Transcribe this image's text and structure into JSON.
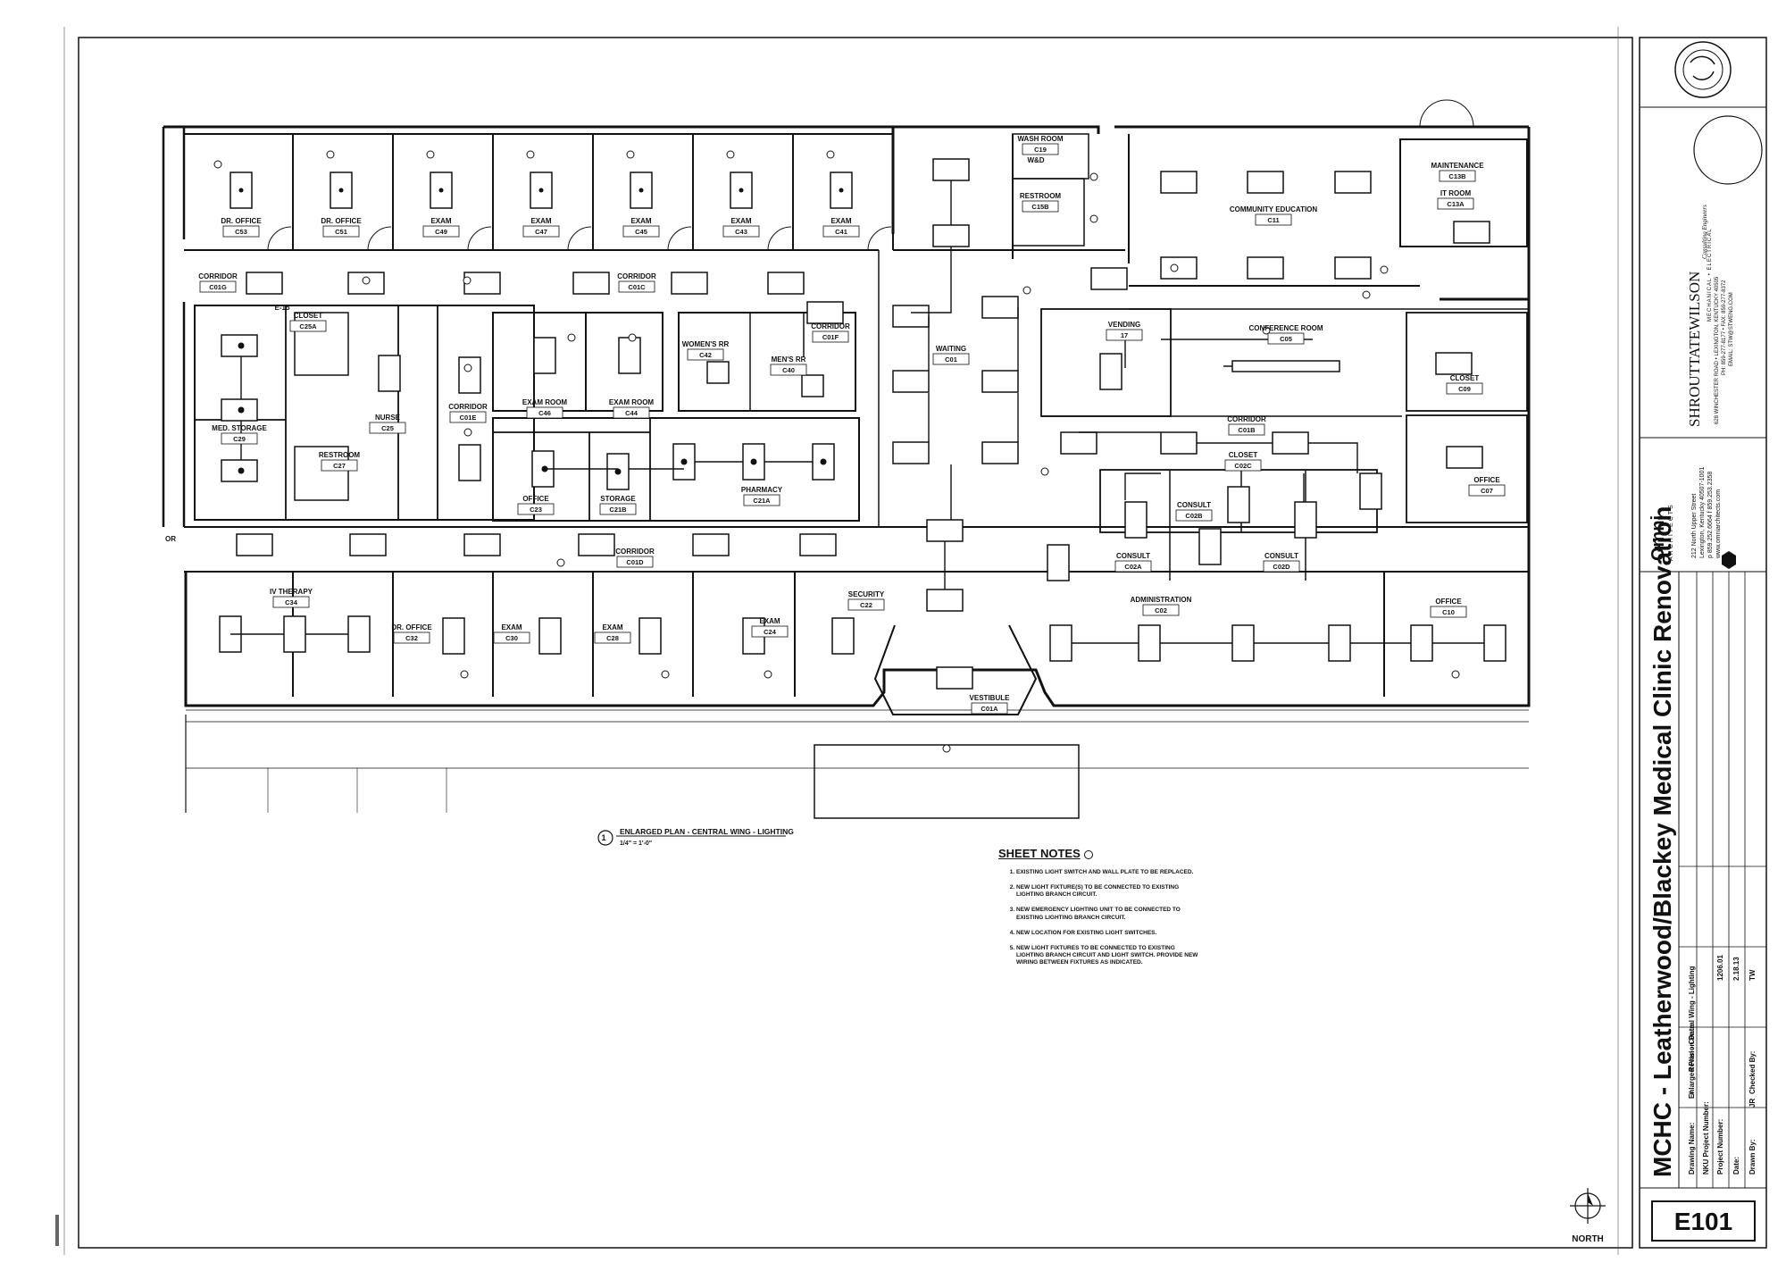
{
  "project": {
    "title": "MCHC - Leatherwood/Blackey Medical Clinic Renovation",
    "sheet_number": "E101",
    "north_label": "NORTH"
  },
  "title_block": {
    "firm_name": "SHROUTTATEWILSON",
    "firm_tagline": "Consulting Engineers",
    "firm_disciplines": "MECHANICAL • ELECTRICAL",
    "firm_address": "628 WINCHESTER ROAD • LEXINGTON, KENTUCKY 40505",
    "firm_phone": "PH: 859-277-8177 • FAX: 859-277-8372",
    "firm_email": "EMAIL: STW@STWENG.COM",
    "architect_name": "Omni",
    "architect_sub": "ARCHITECTS",
    "architect_address": "212 North Upper Street",
    "architect_city": "Lexington, Kentucky 40507-1001",
    "architect_phone": "p 859.252.6664 f 859.253.2358",
    "architect_web": "www.omniarchitects.com",
    "drawing_name_label": "Drawing Name:",
    "drawing_name": "Enlarged Plan - Central Wing - Lighting",
    "nku_label": "NKU Project Number:",
    "project_number_label": "Project Number:",
    "project_number": "1206.01",
    "date_label": "Date:",
    "date": "2.18.13",
    "drawn_by_label": "Drawn By:",
    "drawn_by": "JR",
    "checked_by_label": "Checked By:",
    "checked_by": "TW",
    "rev_num_label": "#",
    "rev_date_label": "Revision Date"
  },
  "plan_caption": {
    "number": "1",
    "title": "ENLARGED PLAN - CENTRAL WING - LIGHTING",
    "scale": "1/4\" = 1'-0\""
  },
  "sheet_notes": {
    "title": "SHEET NOTES",
    "items": [
      "EXISTING LIGHT SWITCH AND WALL PLATE TO BE REPLACED.",
      "NEW LIGHT FIXTURE(S) TO BE CONNECTED TO EXISTING LIGHTING BRANCH CIRCUIT.",
      "NEW EMERGENCY LIGHTING UNIT TO BE CONNECTED TO EXISTING LIGHTING BRANCH CIRCUIT.",
      "NEW LOCATION FOR EXISTING LIGHT SWITCHES.",
      "NEW LIGHT FIXTURES TO BE CONNECTED TO EXISTING LIGHTING BRANCH CIRCUIT AND LIGHT SWITCH. PROVIDE NEW WIRING BETWEEN FIXTURES AS INDICATED."
    ]
  },
  "rooms": [
    {
      "name": "DR. OFFICE",
      "num": "C53"
    },
    {
      "name": "DR. OFFICE",
      "num": "C51"
    },
    {
      "name": "EXAM",
      "num": "C49"
    },
    {
      "name": "EXAM",
      "num": "C47"
    },
    {
      "name": "EXAM",
      "num": "C45"
    },
    {
      "name": "EXAM",
      "num": "C43"
    },
    {
      "name": "EXAM",
      "num": "C41"
    },
    {
      "name": "WASH ROOM",
      "num": "C19"
    },
    {
      "name": "W&D",
      "num": ""
    },
    {
      "name": "RESTROOM",
      "num": "C15B"
    },
    {
      "name": "COMMUNITY EDUCATION",
      "num": "C11"
    },
    {
      "name": "MAINTENANCE",
      "num": "C13B"
    },
    {
      "name": "IT ROOM",
      "num": "C13A"
    },
    {
      "name": "CORRIDOR",
      "num": "C01G"
    },
    {
      "name": "CORRIDOR",
      "num": "C01C"
    },
    {
      "name": "CLOSET",
      "num": "C25A"
    },
    {
      "name": "NURSE",
      "num": "C25"
    },
    {
      "name": "CORRIDOR",
      "num": "C01E"
    },
    {
      "name": "EXAM ROOM",
      "num": "C46"
    },
    {
      "name": "EXAM ROOM",
      "num": "C44"
    },
    {
      "name": "WOMEN'S RR",
      "num": "C42"
    },
    {
      "name": "MEN'S RR",
      "num": "C40"
    },
    {
      "name": "CORRIDOR",
      "num": "C01F"
    },
    {
      "name": "WAITING",
      "num": "C01"
    },
    {
      "name": "VENDING",
      "num": "17"
    },
    {
      "name": "CONFERENCE ROOM",
      "num": "C05"
    },
    {
      "name": "CLOSET",
      "num": "C09"
    },
    {
      "name": "MED. STORAGE",
      "num": "C29"
    },
    {
      "name": "RESTROOM",
      "num": "C27"
    },
    {
      "name": "OFFICE",
      "num": "C23"
    },
    {
      "name": "STORAGE",
      "num": "C21B"
    },
    {
      "name": "PHARMACY",
      "num": "C21A"
    },
    {
      "name": "CORRIDOR",
      "num": "C01B"
    },
    {
      "name": "CLOSET",
      "num": "C02C"
    },
    {
      "name": "CONSULT",
      "num": "C02B"
    },
    {
      "name": "OFFICE",
      "num": "C07"
    },
    {
      "name": "CORRIDOR",
      "num": "C01D"
    },
    {
      "name": "CONSULT",
      "num": "C02A"
    },
    {
      "name": "CONSULT",
      "num": "C02D"
    },
    {
      "name": "IV THERAPY",
      "num": "C34"
    },
    {
      "name": "DR. OFFICE",
      "num": "C32"
    },
    {
      "name": "EXAM",
      "num": "C30"
    },
    {
      "name": "EXAM",
      "num": "C28"
    },
    {
      "name": "EXAM",
      "num": "C24"
    },
    {
      "name": "SECURITY",
      "num": "C22"
    },
    {
      "name": "VESTIBULE",
      "num": "C01A"
    },
    {
      "name": "ADMINISTRATION",
      "num": "C02"
    },
    {
      "name": "OFFICE",
      "num": "C10"
    },
    {
      "name": "E-15",
      "num": ""
    },
    {
      "name": "OR",
      "num": ""
    }
  ]
}
